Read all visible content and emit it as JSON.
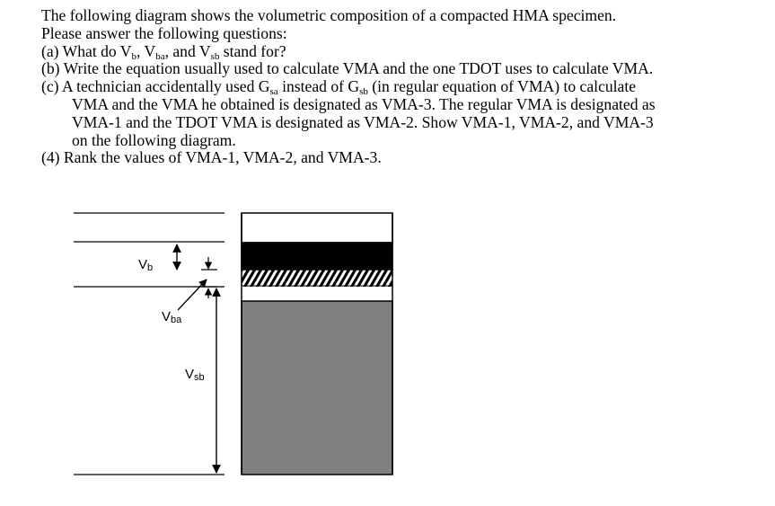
{
  "question": {
    "intro": [
      "The following diagram shows the volumetric composition of a compacted HMA specimen.",
      "Please answer the following questions:"
    ],
    "a": {
      "before": "(a) What do V",
      "sub1": "b",
      "mid1": ", V",
      "sub2": "ba",
      "mid2": ", and V",
      "sub3": "sb",
      "after": " stand for?"
    },
    "b": "(b) Write the equation usually used to calculate VMA and the one TDOT uses to calculate VMA.",
    "c": {
      "line1_before": "(c) A technician accidentally used G",
      "line1_sub1": "sa",
      "line1_mid": " instead of G",
      "line1_sub2": "sb",
      "line1_after": " (in regular equation of VMA) to calculate",
      "line2": "VMA and the VMA he obtained is designated as VMA-3. The regular VMA is designated as",
      "line3": "VMA-1 and the TDOT VMA is designated as VMA-2. Show VMA-1, VMA-2, and VMA-3",
      "line4": "on the following diagram."
    },
    "d": "(4) Rank the values of VMA-1, VMA-2, and VMA-3."
  },
  "diagram": {
    "labels": {
      "vb_main": "V",
      "vb_sub": "b",
      "vba_main": "V",
      "vba_sub": "ba",
      "vsb_main": "V",
      "vsb_sub": "sb"
    },
    "colors": {
      "air": "#ffffff",
      "asphalt": "#000000",
      "absorbed": "#000000",
      "aggregate": "#808080",
      "line": "#000000"
    }
  }
}
